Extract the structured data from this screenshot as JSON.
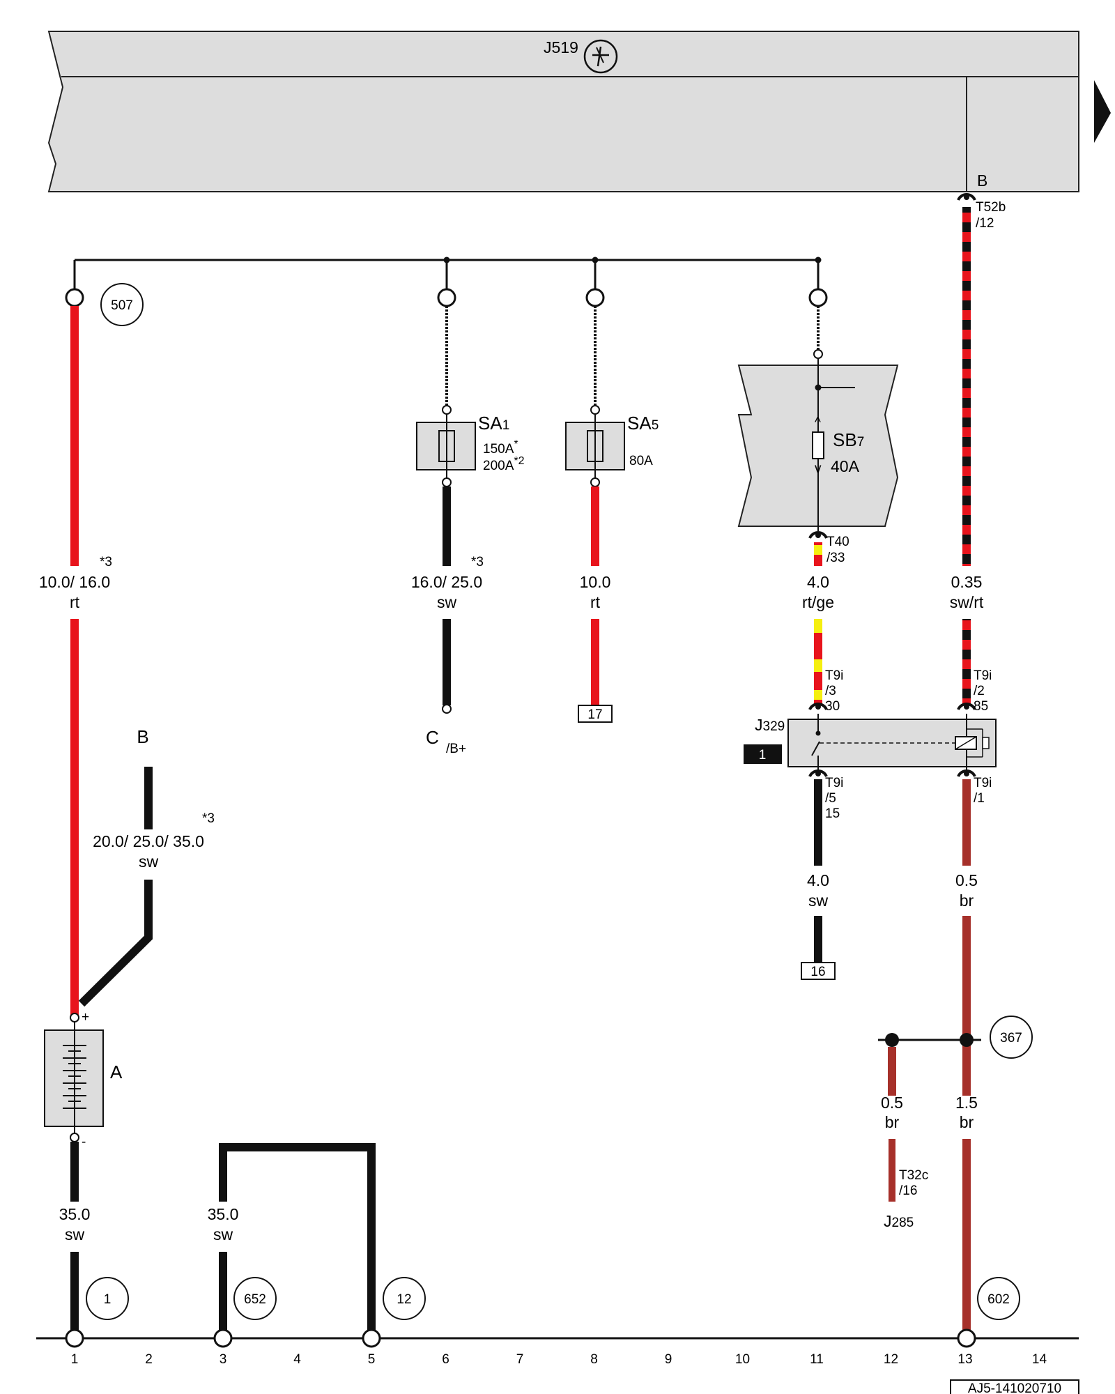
{
  "colors": {
    "red": "#e8141c",
    "black": "#111111",
    "brown": "#a6302a",
    "yellow": "#f5ef10",
    "panel": "#dddddd"
  },
  "header": {
    "control_unit": "J519"
  },
  "top": {
    "terminal": "B",
    "connector": "T52b",
    "pin": "/12"
  },
  "wires": {
    "w1": {
      "note": "*3",
      "size": "10.0/ 16.0",
      "color": "rt"
    },
    "w6": {
      "note": "*3",
      "size": "16.0/ 25.0",
      "color": "sw"
    },
    "w8": {
      "size": "10.0",
      "color": "rt"
    },
    "w11a": {
      "size": "4.0",
      "color": "rt/ge"
    },
    "w13a": {
      "size": "0.35",
      "color": "sw/rt"
    },
    "w11b": {
      "size": "4.0",
      "color": "sw"
    },
    "w13b": {
      "size": "0.5",
      "color": "br"
    },
    "wB": {
      "note": "*3",
      "size": "20.0/ 25.0/ 35.0",
      "color": "sw"
    },
    "w12": {
      "size": "0.5",
      "color": "br"
    },
    "w13c": {
      "size": "1.5",
      "color": "br"
    },
    "w1g": {
      "size": "35.0",
      "color": "sw"
    },
    "w3g": {
      "size": "35.0",
      "color": "sw"
    }
  },
  "fuses": {
    "sa1": {
      "name": "SA",
      "sub": "1",
      "rating1": "150A",
      "mark1": "*",
      "rating2": "200A",
      "mark2": "*2"
    },
    "sa5": {
      "name": "SA",
      "sub": "5",
      "rating": "80A"
    },
    "sb7": {
      "name": "SB",
      "sub": "7",
      "rating": "40A"
    }
  },
  "connectors": {
    "t40": {
      "name": "T40",
      "pin": "/33"
    },
    "t9i_3": {
      "name": "T9i",
      "pin": "/3",
      "term": "30"
    },
    "t9i_2": {
      "name": "T9i",
      "pin": "/2",
      "term": "85"
    },
    "t9i_5": {
      "name": "T9i",
      "pin": "/5",
      "term": "15"
    },
    "t9i_1": {
      "name": "T9i",
      "pin": "/1"
    },
    "t32c": {
      "name": "T32c",
      "pin": "/16"
    }
  },
  "relay": {
    "name": "J",
    "sub": "329",
    "badge": "1"
  },
  "battery": {
    "name": "A",
    "plus": "+",
    "minus": "-"
  },
  "labels": {
    "c_main": "C",
    "c_sub": "/B+",
    "b_terminal": "B",
    "j285_main": "J",
    "j285_sub": "285",
    "ref17": "17",
    "ref16": "16"
  },
  "circles": [
    "507",
    "367",
    "1",
    "652",
    "12",
    "602"
  ],
  "bottom": {
    "numbers": [
      "1",
      "2",
      "3",
      "4",
      "5",
      "6",
      "7",
      "8",
      "9",
      "10",
      "11",
      "12",
      "13",
      "14"
    ],
    "code": "AJ5-141020710"
  }
}
